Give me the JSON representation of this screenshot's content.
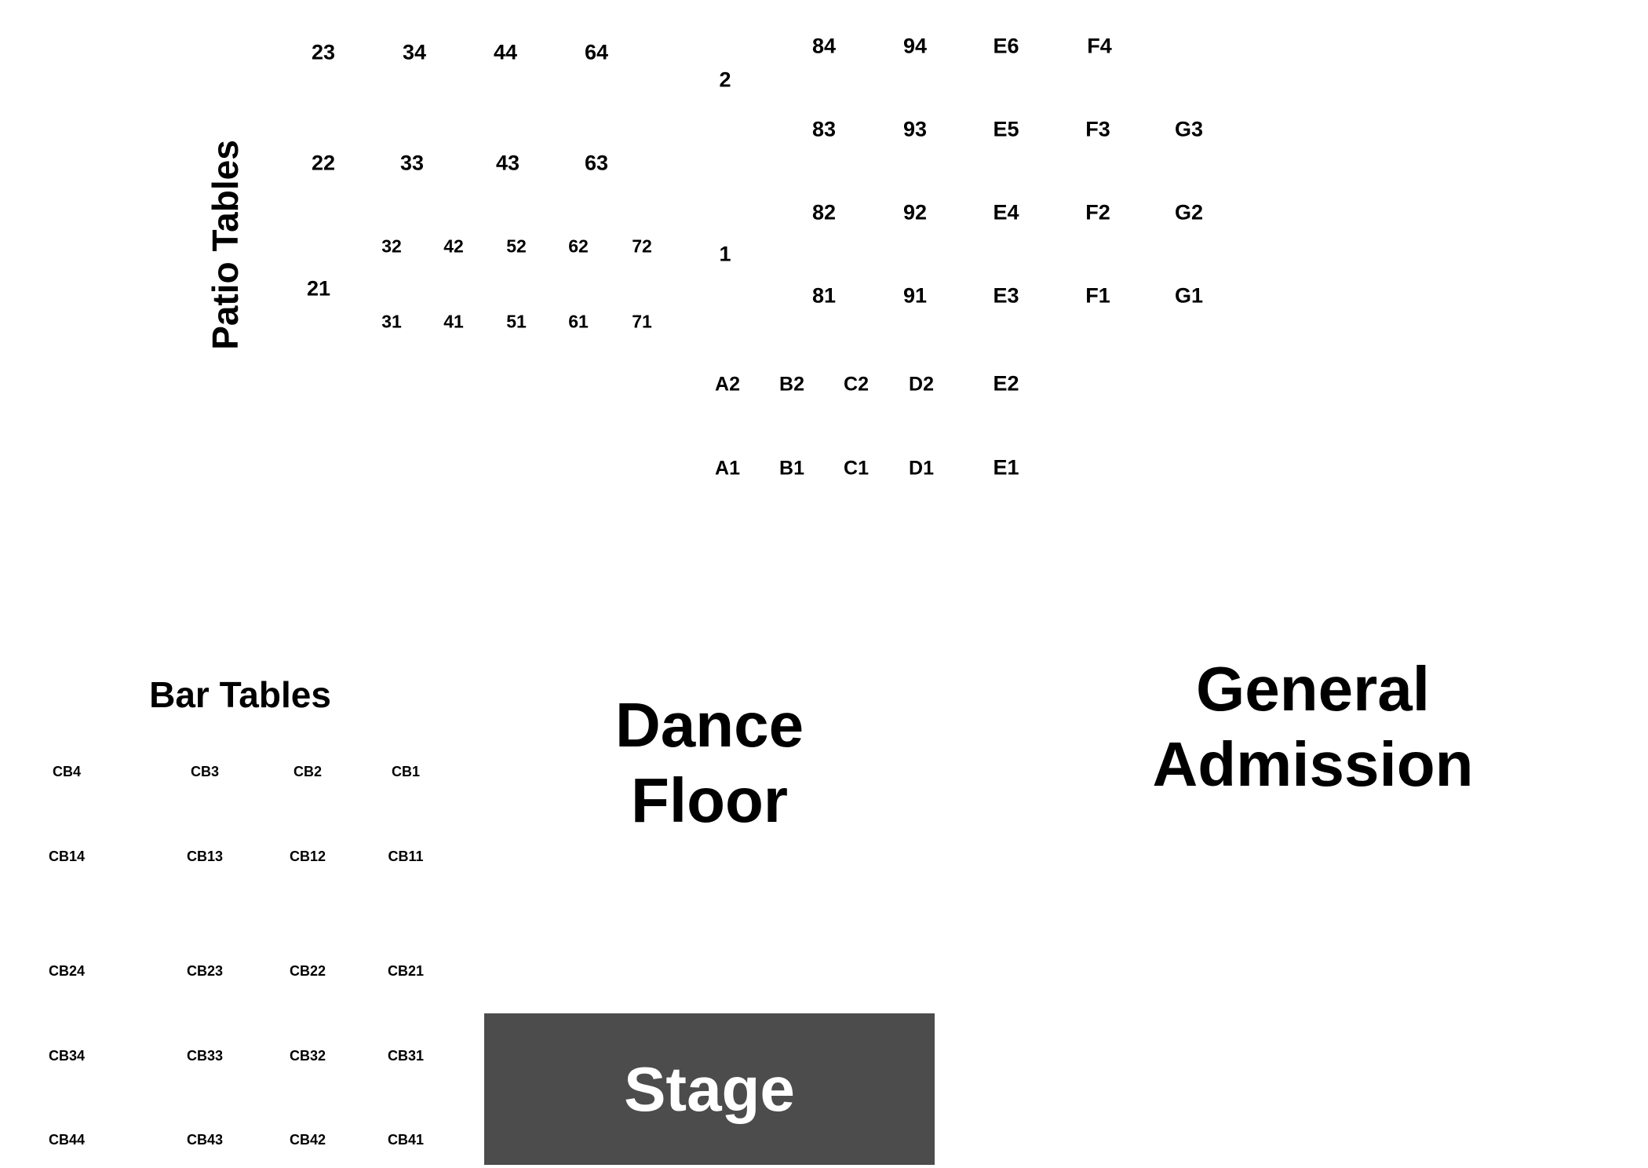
{
  "sections": {
    "patio_title": "Patio Tables",
    "bar_title": "Bar Tables",
    "dance_floor": [
      "Dance",
      "Floor"
    ],
    "general_admission": [
      "General",
      "Admission"
    ],
    "stage": "Stage"
  },
  "patio_tables": [
    "23",
    "34",
    "44",
    "64",
    "22",
    "33",
    "43",
    "63",
    "21",
    "32",
    "42",
    "52",
    "62",
    "72",
    "31",
    "41",
    "51",
    "61",
    "71"
  ],
  "floor_tables": [
    "2",
    "1",
    "84",
    "94",
    "83",
    "93",
    "82",
    "92",
    "81",
    "91",
    "E6",
    "E5",
    "E4",
    "E3",
    "E2",
    "E1",
    "F4",
    "F3",
    "F2",
    "F1",
    "G3",
    "G2",
    "G1",
    "A2",
    "B2",
    "C2",
    "D2",
    "A1",
    "B1",
    "C1",
    "D1"
  ],
  "bar_tables": [
    "CB4",
    "CB3",
    "CB2",
    "CB1",
    "CB14",
    "CB13",
    "CB12",
    "CB11",
    "CB24",
    "CB23",
    "CB22",
    "CB21",
    "CB34",
    "CB33",
    "CB32",
    "CB31",
    "CB44",
    "CB43",
    "CB42",
    "CB41"
  ]
}
